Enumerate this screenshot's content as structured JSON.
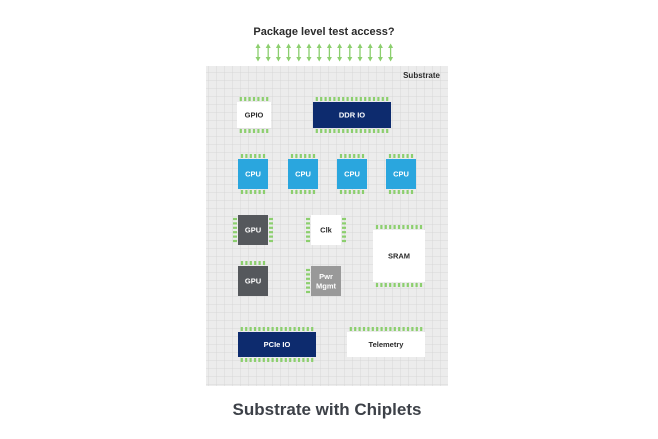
{
  "top_label": "Package level test access?",
  "substrate_label": "Substrate",
  "caption": "Substrate with Chiplets",
  "colors": {
    "substrate_fill": "#ececec",
    "grid_line": "#d2d2d2",
    "pin": "#8ccf6e",
    "dark_blue": "#0d2b6e",
    "light_blue": "#2aa6de",
    "dark_gray": "#55585c",
    "mid_gray": "#999999",
    "white": "#ffffff",
    "caption_text": "#3d4148",
    "label_text": "#2b2b2b"
  },
  "chiplets": [
    {
      "id": "gpio",
      "label": "GPIO",
      "style": "white"
    },
    {
      "id": "ddr-io",
      "label": "DDR IO",
      "style": "dark_blue"
    },
    {
      "id": "cpu-1",
      "label": "CPU",
      "style": "light_blue"
    },
    {
      "id": "cpu-2",
      "label": "CPU",
      "style": "light_blue"
    },
    {
      "id": "cpu-3",
      "label": "CPU",
      "style": "light_blue"
    },
    {
      "id": "cpu-4",
      "label": "CPU",
      "style": "light_blue"
    },
    {
      "id": "gpu-1",
      "label": "GPU",
      "style": "dark_gray"
    },
    {
      "id": "clk",
      "label": "Clk",
      "style": "white"
    },
    {
      "id": "sram",
      "label": "SRAM",
      "style": "white"
    },
    {
      "id": "gpu-2",
      "label": "GPU",
      "style": "dark_gray"
    },
    {
      "id": "pwr-mgmt",
      "label": "Pwr\nMgmt",
      "style": "mid_gray"
    },
    {
      "id": "pcie-io",
      "label": "PCIe IO",
      "style": "dark_blue"
    },
    {
      "id": "telemetry",
      "label": "Telemetry",
      "style": "white"
    }
  ]
}
